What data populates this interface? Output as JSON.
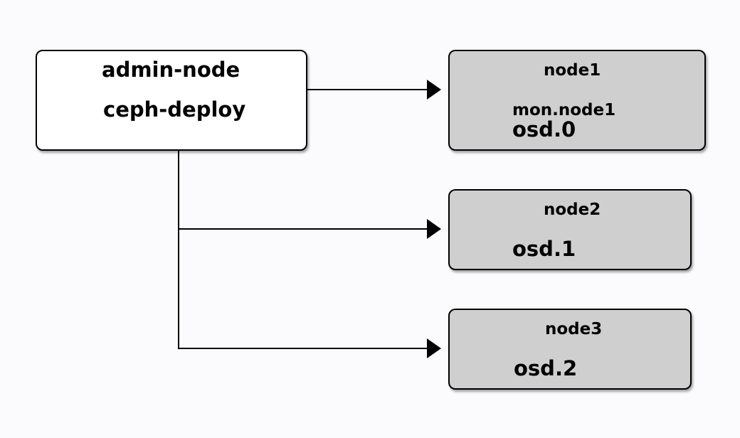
{
  "admin": {
    "title": "admin-node",
    "tool": "ceph-deploy"
  },
  "nodes": [
    {
      "name": "node1",
      "services": [
        "mon.node1",
        "osd.0"
      ]
    },
    {
      "name": "node2",
      "services": [
        "osd.1"
      ]
    },
    {
      "name": "node3",
      "services": [
        "osd.2"
      ]
    }
  ],
  "colors": {
    "background": "#fbfafc",
    "admin_fill": "#ffffff",
    "node_fill": "#d0cfd0",
    "stroke": "#000000"
  }
}
